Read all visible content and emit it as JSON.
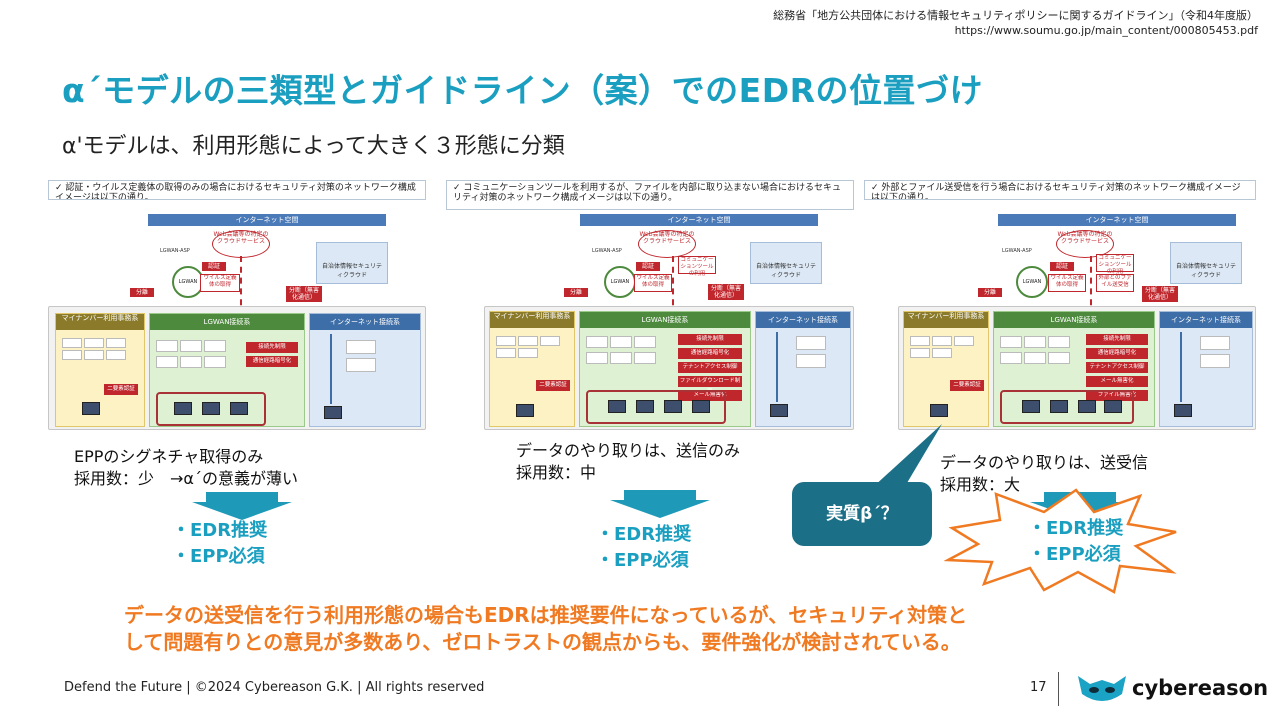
{
  "source": {
    "line1": "総務省「地方公共団体における情報セキュリティポリシーに関するガイドライン」（令和4年度版）",
    "line2": "https://www.soumu.go.jp/main_content/000805453.pdf"
  },
  "title": "α´モデルの三類型とガイドライン（案）でのEDRの位置づけ",
  "subtitle": "α'モデルは、利用形態によって大きく３形態に分類",
  "panels": [
    {
      "caption": "✓ 認証・ウイルス定義体の取得のみの場合におけるセキュリティ対策のネットワーク構成イメージは以下の通り。",
      "internet": "インターネット空間",
      "cloud": "Web会議等の特定のクラウドサービス",
      "asp": "LGWAN-ASP",
      "lgwan": "LGWAN",
      "auth": "認証",
      "virus": "ウイルス定義体の取得",
      "bunsetsu": "分離",
      "bunsetsu2": "分断（無害化通信）",
      "jichitai": "自治体情報セキュリティクラウド",
      "mynumber": "マイナンバー利用事務系",
      "lgwan_sys": "LGWAN接続系",
      "inet_sys": "インターネット接続系",
      "red1": "接続先制限",
      "red2": "通信経路暗号化",
      "nijuu": "二要素認証",
      "desc_line1": "EPPのシグネチャ取得のみ",
      "desc_line2": "採用数：少　→α´の意義が薄い",
      "bullet1": "・EDR推奨",
      "bullet2": "・EPP必須"
    },
    {
      "caption": "✓ コミュニケーションツールを利用するが、ファイルを内部に取り込まない場合におけるセキュリティ対策のネットワーク構成イメージは以下の通り。",
      "internet": "インターネット空間",
      "cloud": "Web会議等の特定のクラウドサービス",
      "asp": "LGWAN-ASP",
      "lgwan": "LGWAN",
      "auth": "認証",
      "virus": "ウイルス定義体の取得",
      "comm": "コミュニケーションツールの利用",
      "bunsetsu": "分離",
      "bunsetsu2": "分断（無害化通信）",
      "jichitai": "自治体情報セキュリティクラウド",
      "mynumber": "マイナンバー利用事務系",
      "lgwan_sys": "LGWAN接続系",
      "inet_sys": "インターネット接続系",
      "reds": [
        "接続先制限",
        "通信経路暗号化",
        "テナントアクセス制御",
        "ファイルダウンロード制限",
        "メール無害化"
      ],
      "nijuu": "二要素認証",
      "desc_line1": "データのやり取りは、送信のみ",
      "desc_line2": "採用数：中",
      "bullet1": "・EDR推奨",
      "bullet2": "・EPP必須"
    },
    {
      "caption": "✓ 外部とファイル送受信を行う場合におけるセキュリティ対策のネットワーク構成イメージは以下の通り。",
      "internet": "インターネット空間",
      "cloud": "Web会議等の特定のクラウドサービス",
      "asp": "LGWAN-ASP",
      "lgwan": "LGWAN",
      "auth": "認証",
      "virus": "ウイルス定義体の取得",
      "comm": "コミュニケーションツールの利用",
      "file": "外部とのファイル送受信",
      "bunsetsu": "分離",
      "bunsetsu2": "分断（無害化通信）",
      "jichitai": "自治体情報セキュリティクラウド",
      "mynumber": "マイナンバー利用事務系",
      "lgwan_sys": "LGWAN接続系",
      "inet_sys": "インターネット接続系",
      "reds": [
        "接続先制限",
        "通信経路暗号化",
        "テナントアクセス制御",
        "メール無害化",
        "ファイル無害化"
      ],
      "nijuu": "二要素認証",
      "desc_line1": "データのやり取りは、送受信",
      "desc_line2": "採用数：大",
      "bullet1": "・EDR推奨",
      "bullet2": "・EPP必須"
    }
  ],
  "callout": "実質β´？",
  "note_line1": "データの送受信を行う利用形態の場合もEDRは推奨要件になっているが、セキュリティ対策と",
  "note_line2": "して問題有りとの意見が多数あり、ゼロトラストの観点からも、要件強化が検討されている。",
  "footer": "Defend the Future | ©2024 Cybereason G.K. | All rights reserved",
  "page_number": "17",
  "brand": "cybereason",
  "colors": {
    "title": "#1a9fc0",
    "accent_orange": "#f07a22",
    "callout": "#1b6f86",
    "arrow": "#1e9ab8"
  }
}
